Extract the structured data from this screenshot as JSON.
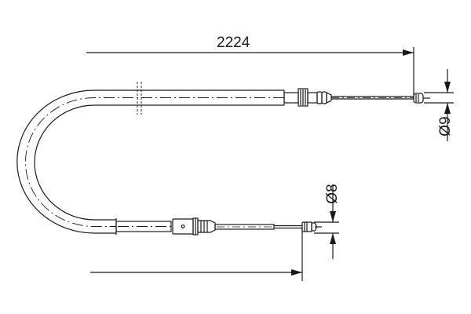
{
  "drawing": {
    "type": "technical-drawing",
    "subject": "brake cable",
    "line_color": "#1a1a1a",
    "background": "#ffffff"
  },
  "dimensions": {
    "length": "2224",
    "end_diameter_top": "Ø9",
    "end_diameter_bottom": "Ø8"
  }
}
